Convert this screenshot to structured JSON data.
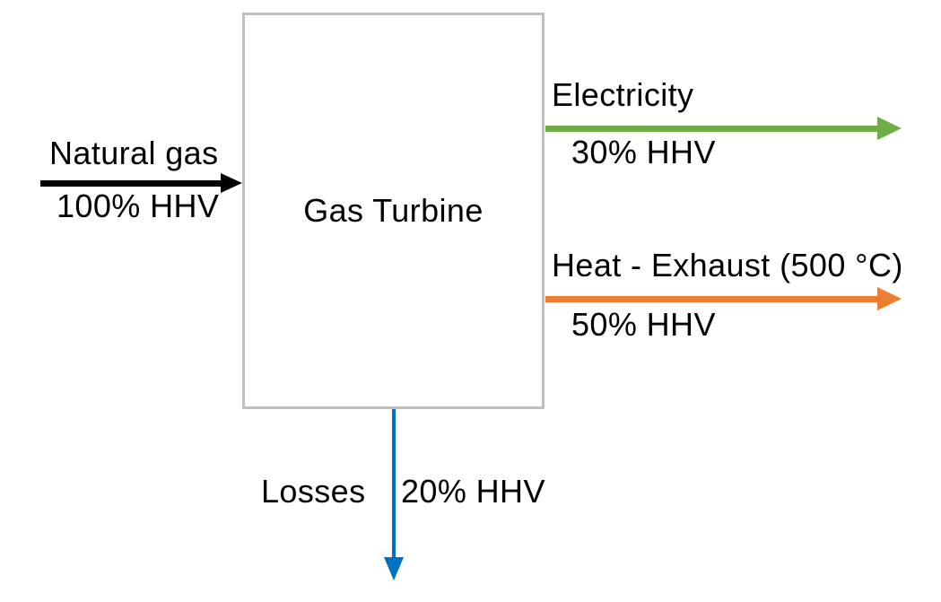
{
  "diagram": {
    "box": {
      "label": "Gas Turbine",
      "border_color": "#BFBFBF"
    },
    "input": {
      "label": "Natural gas",
      "value": "100% HHV",
      "color": "#000000"
    },
    "outputs": [
      {
        "label": "Electricity",
        "value": "30% HHV",
        "color": "#70AD47"
      },
      {
        "label": "Heat - Exhaust (500 °C)",
        "value": "50% HHV",
        "color": "#ED7D31"
      }
    ],
    "loss": {
      "label": "Losses",
      "value": "20% HHV",
      "color": "#0070C0"
    },
    "text_color": "#000000",
    "background_color": "#FFFFFF"
  }
}
